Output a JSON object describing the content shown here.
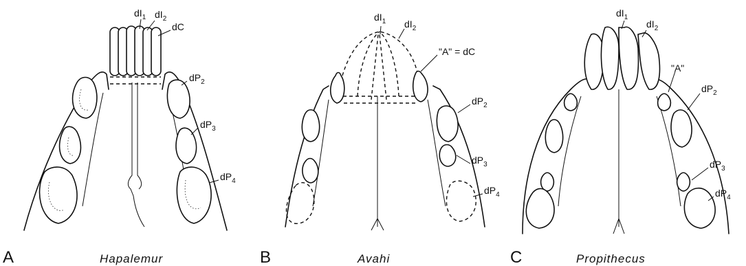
{
  "panels": [
    {
      "letter": "A",
      "genus": "Hapalemur",
      "labels": {
        "di1": "dI",
        "di1_sub": "1",
        "di2": "dI",
        "di2_sub": "2",
        "dc": "dC",
        "dp2": "dP",
        "dp2_sub": "2",
        "dp3": "dP",
        "dp3_sub": "3",
        "dp4": "dP",
        "dp4_sub": "4"
      }
    },
    {
      "letter": "B",
      "genus": "Avahi",
      "labels": {
        "di1": "dI",
        "di1_sub": "1",
        "di2": "dI",
        "di2_sub": "2",
        "a_dc": "\"A\" = dC",
        "dp2": "dP",
        "dp2_sub": "2",
        "dp3": "dP",
        "dp3_sub": "3",
        "dp4": "dP",
        "dp4_sub": "4"
      }
    },
    {
      "letter": "C",
      "genus": "Propithecus",
      "labels": {
        "di1": "dI",
        "di1_sub": "1",
        "di2": "dI",
        "di2_sub": "2",
        "a": "\"A\"",
        "dp2": "dP",
        "dp2_sub": "2",
        "dp3": "dP",
        "dp3_sub": "3",
        "dp4": "dP",
        "dp4_sub": "4"
      }
    }
  ]
}
